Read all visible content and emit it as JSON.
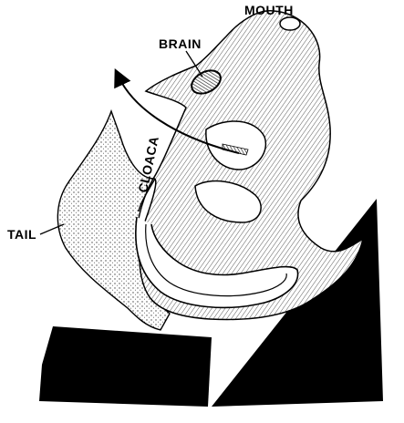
{
  "labels": {
    "mouth": "MOUTH",
    "brain": "BRAIN",
    "cloaca": "CLOACA",
    "tail": "TAIL"
  },
  "colors": {
    "ink": "#000000",
    "paper": "#ffffff",
    "hatch": "#4a4a4a"
  }
}
